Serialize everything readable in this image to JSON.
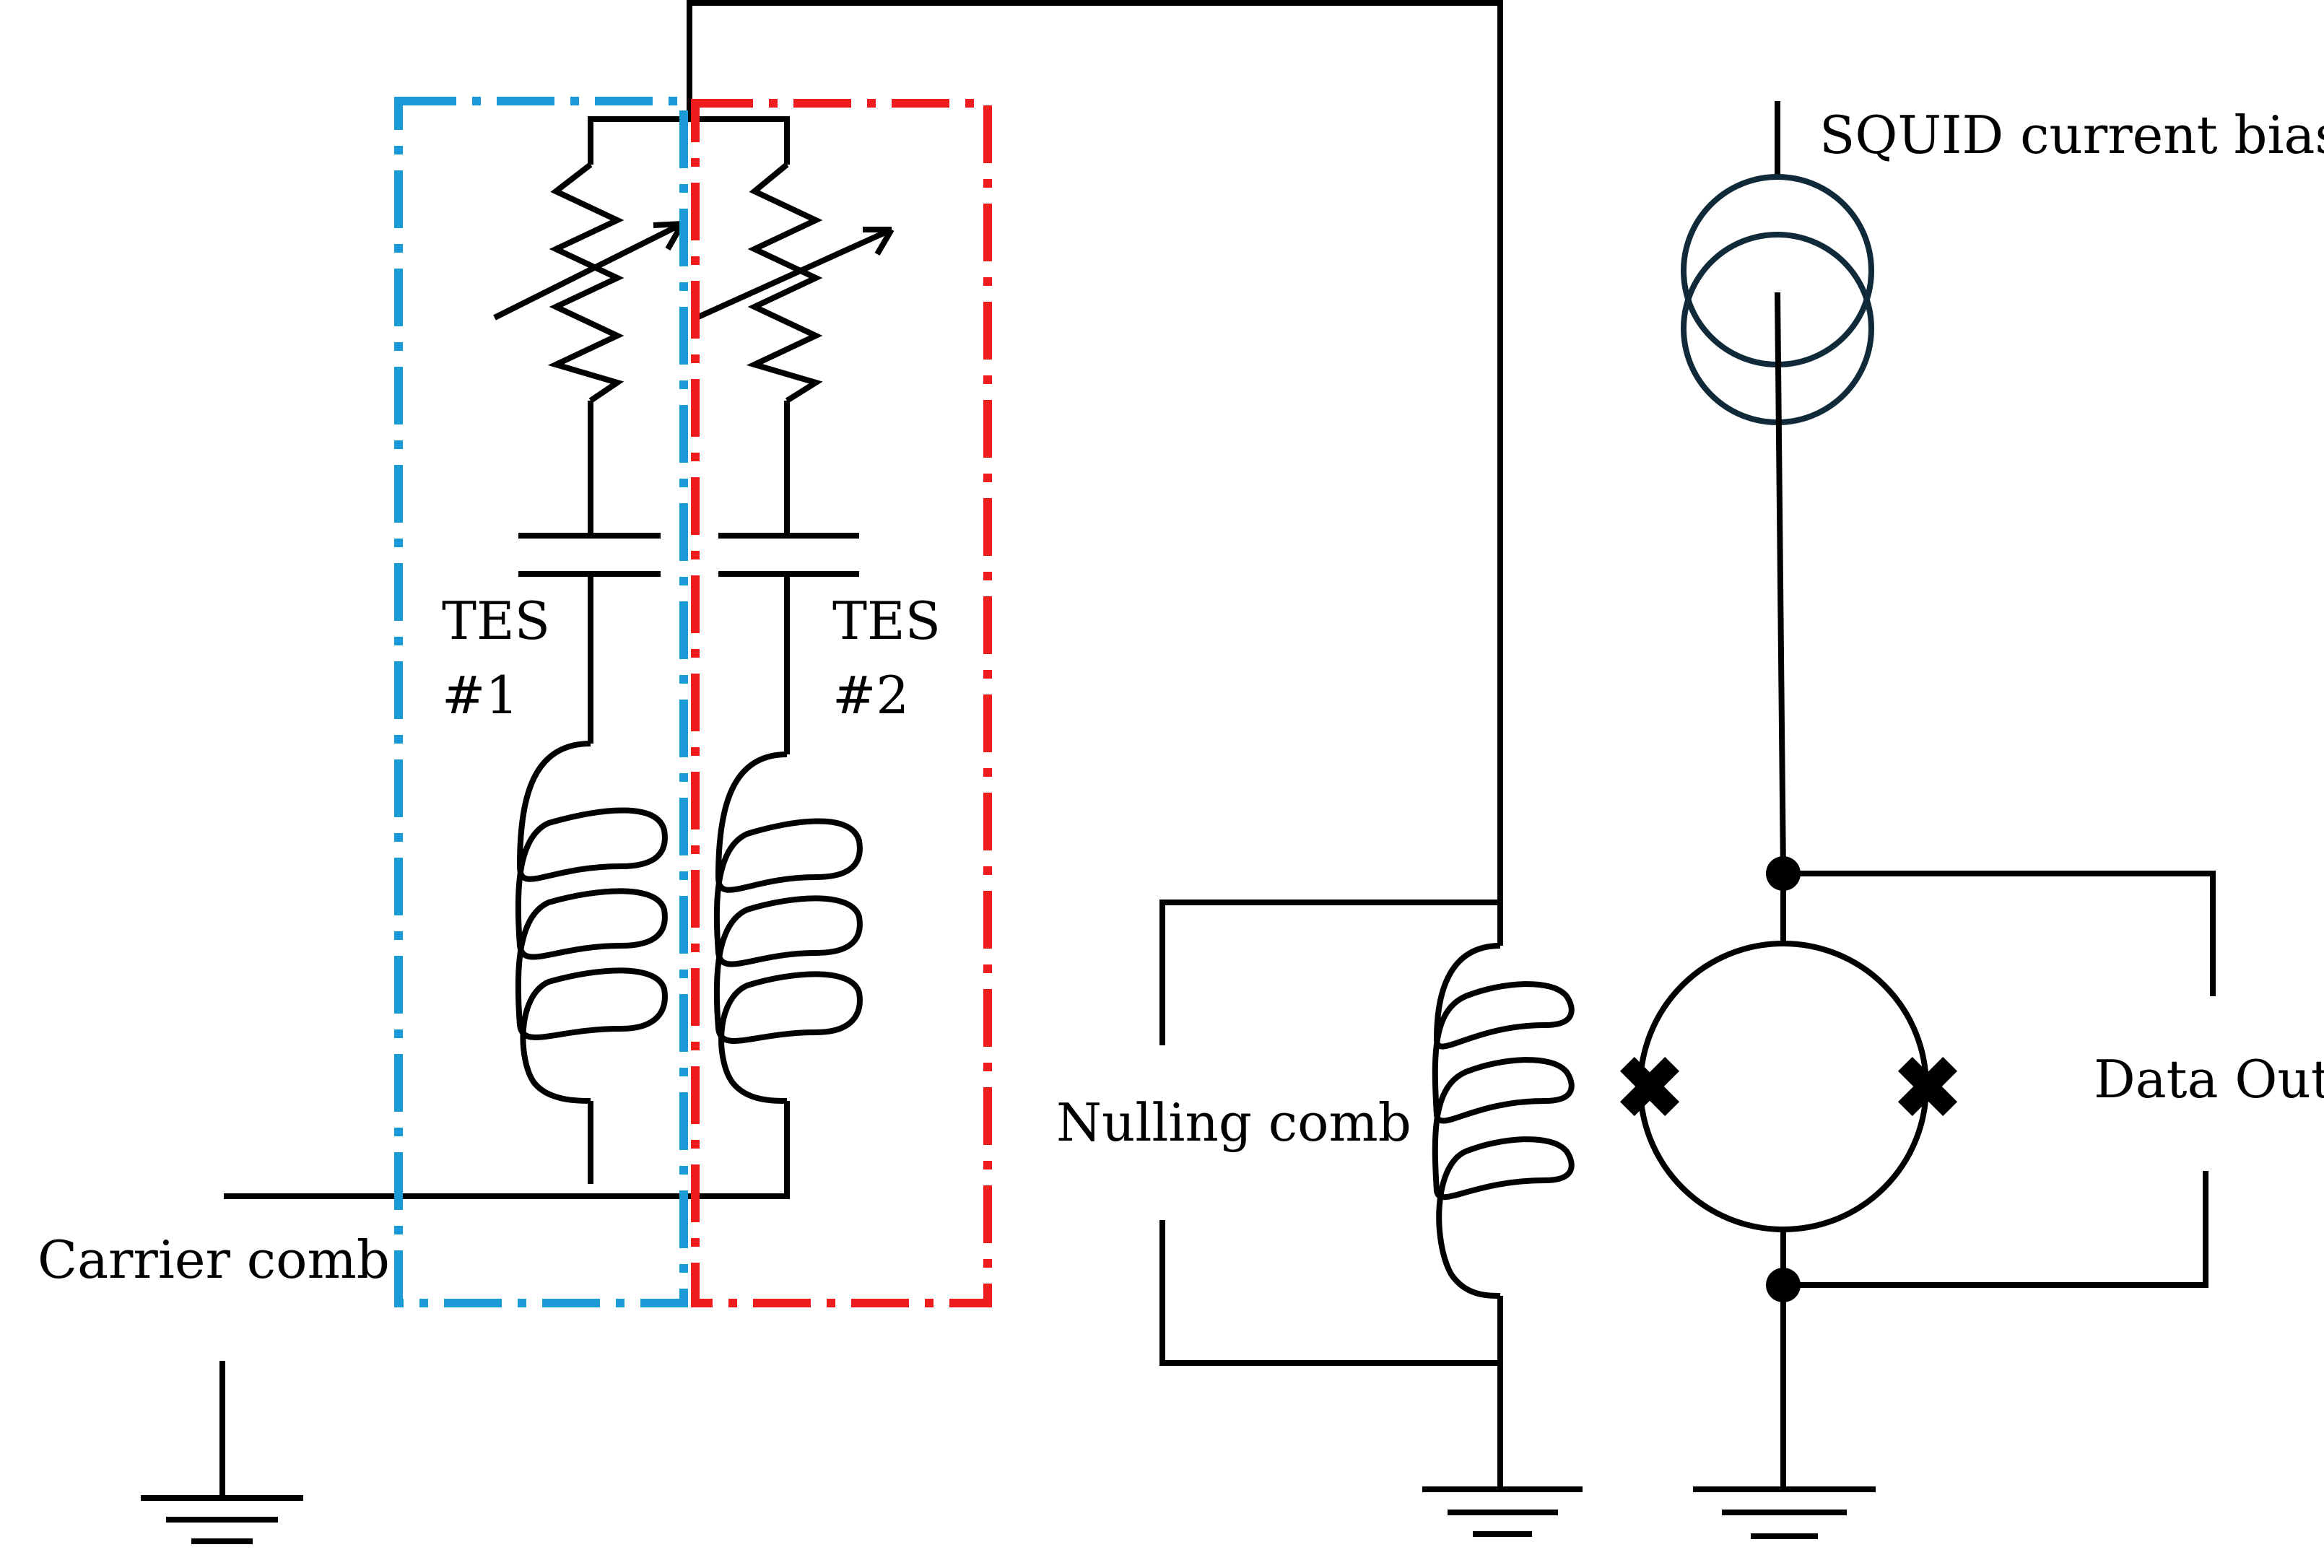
{
  "labels": {
    "carrier_comb": "Carrier comb",
    "tes1_line1": "TES",
    "tes1_line2": "#1",
    "tes2_line1": "TES",
    "tes2_line2": "#2",
    "nulling_comb": "Nulling comb",
    "squid_bias": "SQUID current bias",
    "data_out": "Data Out"
  },
  "colors": {
    "wire": "#000000",
    "tes1_box": "#1a9ad6",
    "tes2_box": "#ee1c1c",
    "current_source": "#102a3a"
  }
}
